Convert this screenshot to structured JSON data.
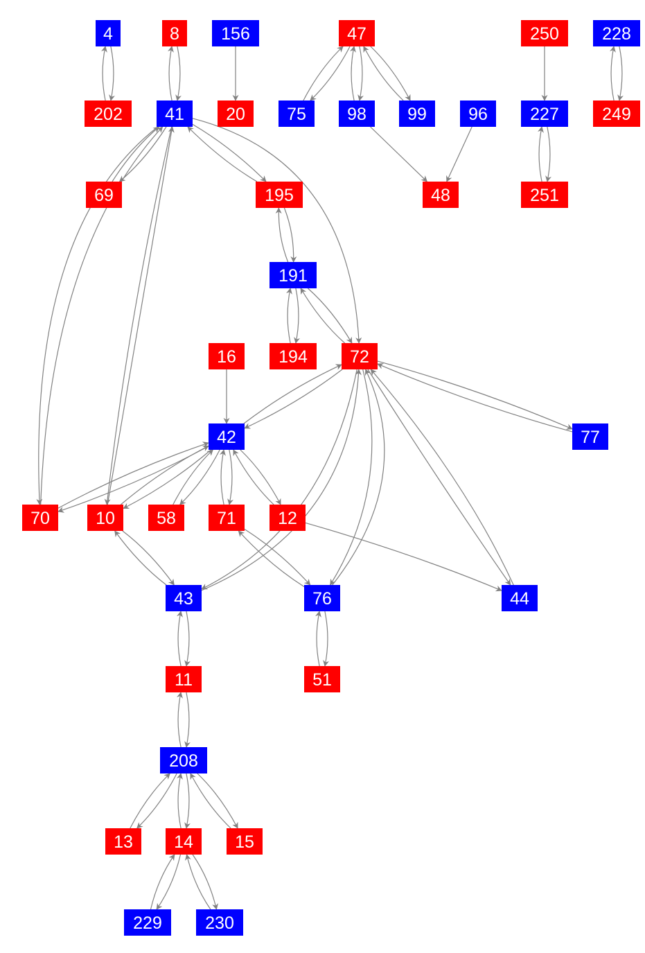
{
  "colors": {
    "red": "#ff0000",
    "blue": "#0000ff",
    "edge": "#808080",
    "label": "#ffffff",
    "background": "#ffffff"
  },
  "nodes": [
    {
      "id": "4",
      "label": "4",
      "color": "blue"
    },
    {
      "id": "8",
      "label": "8",
      "color": "red"
    },
    {
      "id": "156",
      "label": "156",
      "color": "blue"
    },
    {
      "id": "47",
      "label": "47",
      "color": "red"
    },
    {
      "id": "250",
      "label": "250",
      "color": "red"
    },
    {
      "id": "228",
      "label": "228",
      "color": "blue"
    },
    {
      "id": "202",
      "label": "202",
      "color": "red"
    },
    {
      "id": "41",
      "label": "41",
      "color": "blue"
    },
    {
      "id": "20",
      "label": "20",
      "color": "red"
    },
    {
      "id": "75",
      "label": "75",
      "color": "blue"
    },
    {
      "id": "98",
      "label": "98",
      "color": "blue"
    },
    {
      "id": "99",
      "label": "99",
      "color": "blue"
    },
    {
      "id": "96",
      "label": "96",
      "color": "blue"
    },
    {
      "id": "227",
      "label": "227",
      "color": "blue"
    },
    {
      "id": "249",
      "label": "249",
      "color": "red"
    },
    {
      "id": "69",
      "label": "69",
      "color": "red"
    },
    {
      "id": "195",
      "label": "195",
      "color": "red"
    },
    {
      "id": "48",
      "label": "48",
      "color": "red"
    },
    {
      "id": "251",
      "label": "251",
      "color": "red"
    },
    {
      "id": "191",
      "label": "191",
      "color": "blue"
    },
    {
      "id": "16",
      "label": "16",
      "color": "red"
    },
    {
      "id": "194",
      "label": "194",
      "color": "red"
    },
    {
      "id": "72",
      "label": "72",
      "color": "red"
    },
    {
      "id": "42",
      "label": "42",
      "color": "blue"
    },
    {
      "id": "77",
      "label": "77",
      "color": "blue"
    },
    {
      "id": "70",
      "label": "70",
      "color": "red"
    },
    {
      "id": "10",
      "label": "10",
      "color": "red"
    },
    {
      "id": "58",
      "label": "58",
      "color": "red"
    },
    {
      "id": "71",
      "label": "71",
      "color": "red"
    },
    {
      "id": "12",
      "label": "12",
      "color": "red"
    },
    {
      "id": "43",
      "label": "43",
      "color": "blue"
    },
    {
      "id": "76",
      "label": "76",
      "color": "blue"
    },
    {
      "id": "44",
      "label": "44",
      "color": "blue"
    },
    {
      "id": "11",
      "label": "11",
      "color": "red"
    },
    {
      "id": "51",
      "label": "51",
      "color": "red"
    },
    {
      "id": "208",
      "label": "208",
      "color": "blue"
    },
    {
      "id": "13",
      "label": "13",
      "color": "red"
    },
    {
      "id": "14",
      "label": "14",
      "color": "red"
    },
    {
      "id": "15",
      "label": "15",
      "color": "red"
    },
    {
      "id": "229",
      "label": "229",
      "color": "blue"
    },
    {
      "id": "230",
      "label": "230",
      "color": "blue"
    }
  ],
  "edges": [
    {
      "from": "4",
      "to": "202"
    },
    {
      "from": "202",
      "to": "4"
    },
    {
      "from": "8",
      "to": "41"
    },
    {
      "from": "41",
      "to": "8"
    },
    {
      "from": "156",
      "to": "20"
    },
    {
      "from": "47",
      "to": "75"
    },
    {
      "from": "75",
      "to": "47"
    },
    {
      "from": "47",
      "to": "98"
    },
    {
      "from": "98",
      "to": "47"
    },
    {
      "from": "47",
      "to": "99"
    },
    {
      "from": "99",
      "to": "47"
    },
    {
      "from": "98",
      "to": "48"
    },
    {
      "from": "96",
      "to": "48"
    },
    {
      "from": "250",
      "to": "227"
    },
    {
      "from": "227",
      "to": "251"
    },
    {
      "from": "251",
      "to": "227"
    },
    {
      "from": "228",
      "to": "249"
    },
    {
      "from": "249",
      "to": "228"
    },
    {
      "from": "41",
      "to": "69"
    },
    {
      "from": "69",
      "to": "41"
    },
    {
      "from": "41",
      "to": "195"
    },
    {
      "from": "195",
      "to": "41"
    },
    {
      "from": "41",
      "to": "70"
    },
    {
      "from": "70",
      "to": "41"
    },
    {
      "from": "41",
      "to": "10"
    },
    {
      "from": "10",
      "to": "41"
    },
    {
      "from": "41",
      "to": "72"
    },
    {
      "from": "195",
      "to": "191"
    },
    {
      "from": "191",
      "to": "195"
    },
    {
      "from": "191",
      "to": "194"
    },
    {
      "from": "194",
      "to": "191"
    },
    {
      "from": "191",
      "to": "72"
    },
    {
      "from": "72",
      "to": "191"
    },
    {
      "from": "16",
      "to": "42"
    },
    {
      "from": "72",
      "to": "42"
    },
    {
      "from": "42",
      "to": "72"
    },
    {
      "from": "72",
      "to": "77"
    },
    {
      "from": "77",
      "to": "72"
    },
    {
      "from": "72",
      "to": "43"
    },
    {
      "from": "43",
      "to": "72"
    },
    {
      "from": "72",
      "to": "76"
    },
    {
      "from": "76",
      "to": "72"
    },
    {
      "from": "72",
      "to": "44"
    },
    {
      "from": "44",
      "to": "72"
    },
    {
      "from": "42",
      "to": "70"
    },
    {
      "from": "70",
      "to": "42"
    },
    {
      "from": "42",
      "to": "10"
    },
    {
      "from": "10",
      "to": "42"
    },
    {
      "from": "42",
      "to": "58"
    },
    {
      "from": "58",
      "to": "42"
    },
    {
      "from": "42",
      "to": "71"
    },
    {
      "from": "71",
      "to": "42"
    },
    {
      "from": "42",
      "to": "12"
    },
    {
      "from": "12",
      "to": "42"
    },
    {
      "from": "10",
      "to": "43"
    },
    {
      "from": "43",
      "to": "10"
    },
    {
      "from": "71",
      "to": "76"
    },
    {
      "from": "76",
      "to": "71"
    },
    {
      "from": "12",
      "to": "44"
    },
    {
      "from": "43",
      "to": "11"
    },
    {
      "from": "11",
      "to": "43"
    },
    {
      "from": "76",
      "to": "51"
    },
    {
      "from": "51",
      "to": "76"
    },
    {
      "from": "11",
      "to": "208"
    },
    {
      "from": "208",
      "to": "11"
    },
    {
      "from": "208",
      "to": "13"
    },
    {
      "from": "13",
      "to": "208"
    },
    {
      "from": "208",
      "to": "14"
    },
    {
      "from": "14",
      "to": "208"
    },
    {
      "from": "208",
      "to": "15"
    },
    {
      "from": "15",
      "to": "208"
    },
    {
      "from": "14",
      "to": "229"
    },
    {
      "from": "229",
      "to": "14"
    },
    {
      "from": "14",
      "to": "230"
    },
    {
      "from": "230",
      "to": "14"
    }
  ]
}
